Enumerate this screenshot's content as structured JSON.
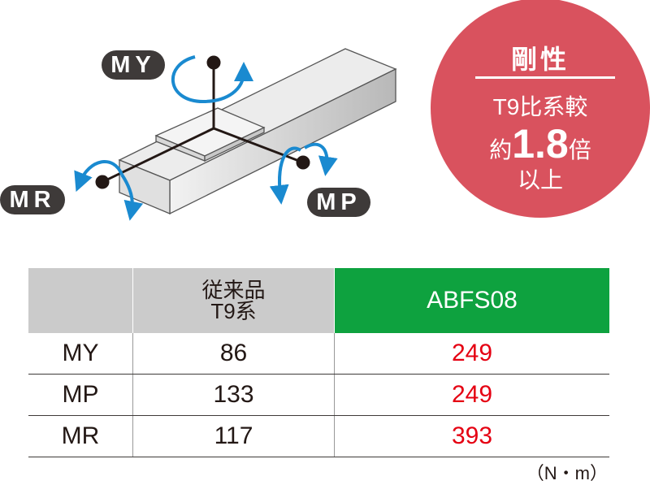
{
  "diagram": {
    "labels": {
      "my": "MY",
      "mr": "MR",
      "mp": "MP"
    }
  },
  "badge": {
    "title": "剛性",
    "line1": "T9比系較",
    "prefix": "約",
    "value": "1.8",
    "suffix": "倍",
    "line3": "以上",
    "color": "#d9525e"
  },
  "table": {
    "headers": [
      "",
      "従来品\nT9系",
      "ABFS08"
    ],
    "header_line1": "従来品",
    "header_line2": "T9系",
    "rows": [
      {
        "label": "MY",
        "conventional": "86",
        "abfs08": "249"
      },
      {
        "label": "MP",
        "conventional": "133",
        "abfs08": "249"
      },
      {
        "label": "MR",
        "conventional": "117",
        "abfs08": "393"
      }
    ],
    "unit": "（N・m）"
  }
}
